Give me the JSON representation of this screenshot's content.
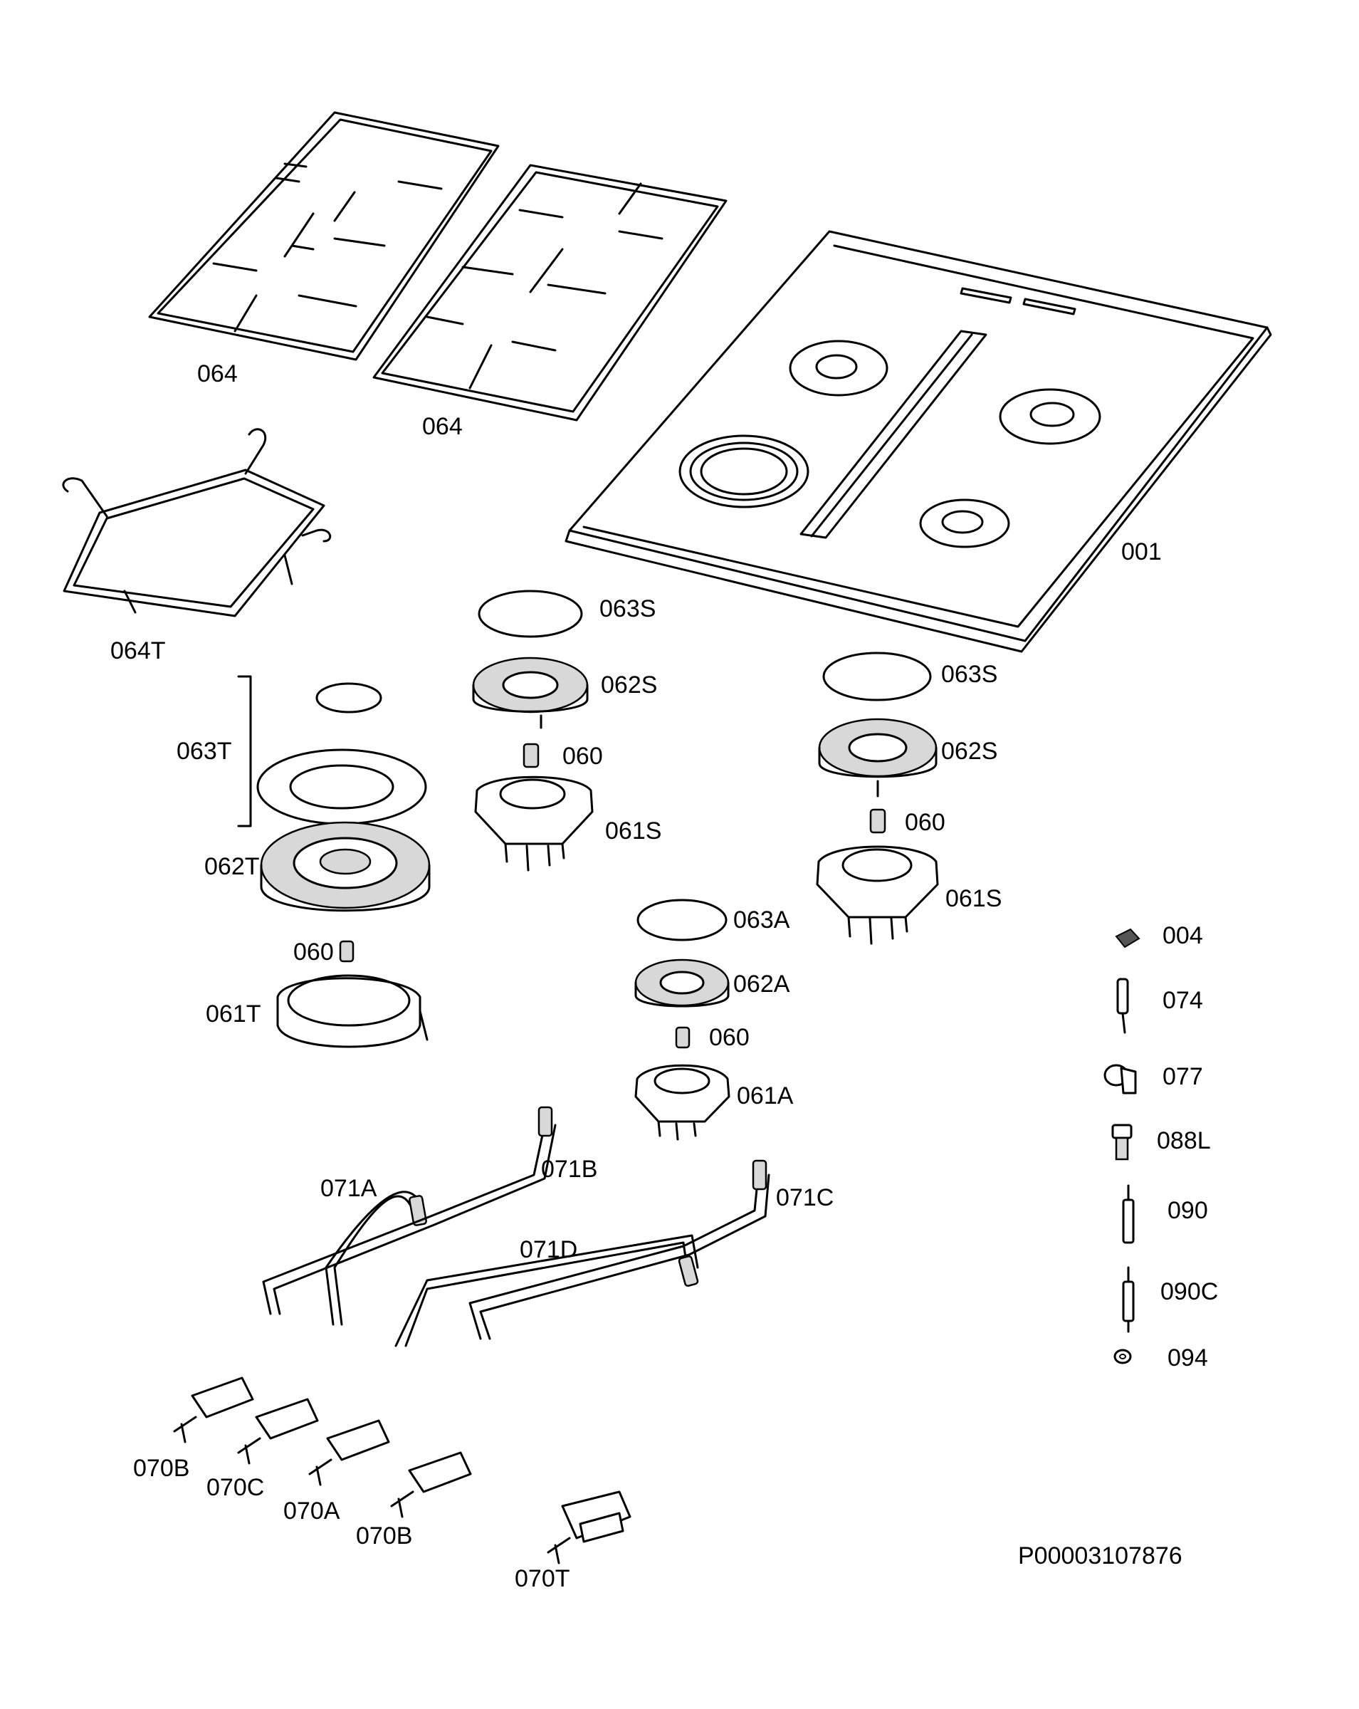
{
  "labels": {
    "l001": "001",
    "l004": "004",
    "l060a": "060",
    "l060b": "060",
    "l060c": "060",
    "l060d": "060",
    "l061s_a": "061S",
    "l061s_b": "061S",
    "l061a": "061A",
    "l061t": "061T",
    "l062s_a": "062S",
    "l062s_b": "062S",
    "l062a": "062A",
    "l062t": "062T",
    "l063s_a": "063S",
    "l063s_b": "063S",
    "l063a": "063A",
    "l063t": "063T",
    "l064_a": "064",
    "l064_b": "064",
    "l064t": "064T",
    "l070b_a": "070B",
    "l070c": "070C",
    "l070a": "070A",
    "l070b_b": "070B",
    "l070t": "070T",
    "l071a": "071A",
    "l071b": "071B",
    "l071c": "071C",
    "l071d": "071D",
    "l074": "074",
    "l077": "077",
    "l088l": "088L",
    "l090": "090",
    "l090c": "090C",
    "l094": "094",
    "drawing_number": "P00003107876"
  }
}
